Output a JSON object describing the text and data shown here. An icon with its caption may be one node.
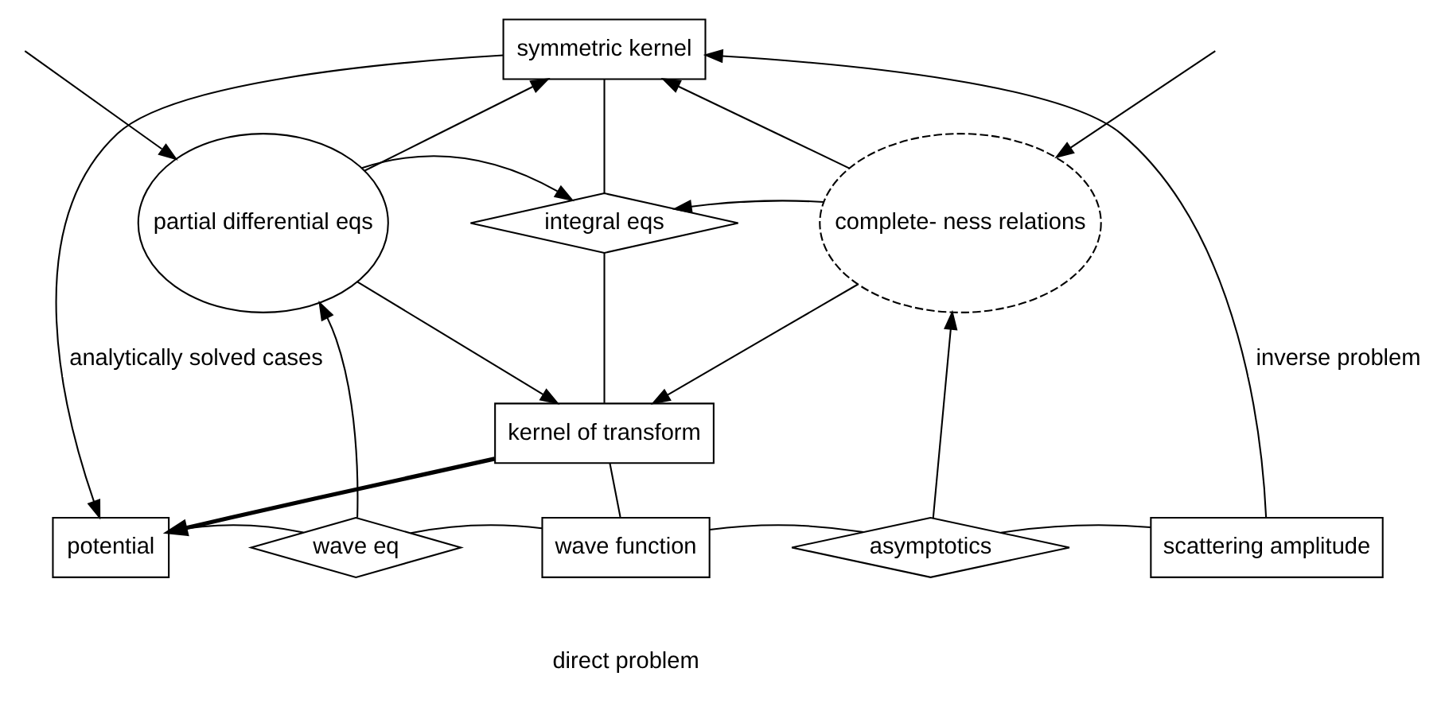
{
  "diagram": {
    "nodes": [
      {
        "text": [
          "symmetric kernel"
        ]
      },
      {
        "text": [
          "integral eqs"
        ]
      },
      {
        "text": [
          "partial differential eqs"
        ]
      },
      {
        "text": [
          "complete- ness relations"
        ]
      },
      {
        "text": [
          "kernel of transform"
        ]
      },
      {
        "text": [
          "potential"
        ]
      },
      {
        "text": [
          "wave eq"
        ]
      },
      {
        "text": [
          "wave function"
        ]
      },
      {
        "text": [
          "asymptotics"
        ]
      },
      {
        "text": [
          "scattering amplitude"
        ]
      }
    ],
    "edges": [
      {
        "from": 0,
        "to": 5,
        "arrow": "to",
        "label": "analytically solved cases"
      },
      {
        "from": 9,
        "to": 0,
        "arrow": "to",
        "label": "inverse problem"
      },
      {
        "from": 0,
        "to": 1,
        "arrow": "none"
      },
      {
        "from": 1,
        "to": 4,
        "arrow": "none"
      },
      {
        "from": 4,
        "to": 7,
        "arrow": "none"
      },
      {
        "from": 2,
        "to": 0,
        "arrow": "to"
      },
      {
        "from": 2,
        "to": 1,
        "arrow": "to"
      },
      {
        "from": 2,
        "to": 4,
        "arrow": "to"
      },
      {
        "from": null,
        "to": 2,
        "arrow": "to"
      },
      {
        "from": 6,
        "to": 2,
        "arrow": "to"
      },
      {
        "from": 3,
        "to": 0,
        "arrow": "to"
      },
      {
        "from": 3,
        "to": 1,
        "arrow": "to"
      },
      {
        "from": 3,
        "to": 4,
        "arrow": "to"
      },
      {
        "from": 8,
        "to": 3,
        "arrow": "to"
      },
      {
        "from": null,
        "to": 3,
        "arrow": "to"
      },
      {
        "from": 4,
        "to": 5,
        "arrow": "to",
        "style": "thick"
      },
      {
        "from": 5,
        "to": 6,
        "arrow": "none"
      },
      {
        "from": 6,
        "to": 7,
        "arrow": "none"
      },
      {
        "from": 7,
        "to": 8,
        "arrow": "none"
      },
      {
        "from": 8,
        "to": 9,
        "arrow": "none"
      }
    ],
    "labels": [
      "direct problem"
    ]
  }
}
